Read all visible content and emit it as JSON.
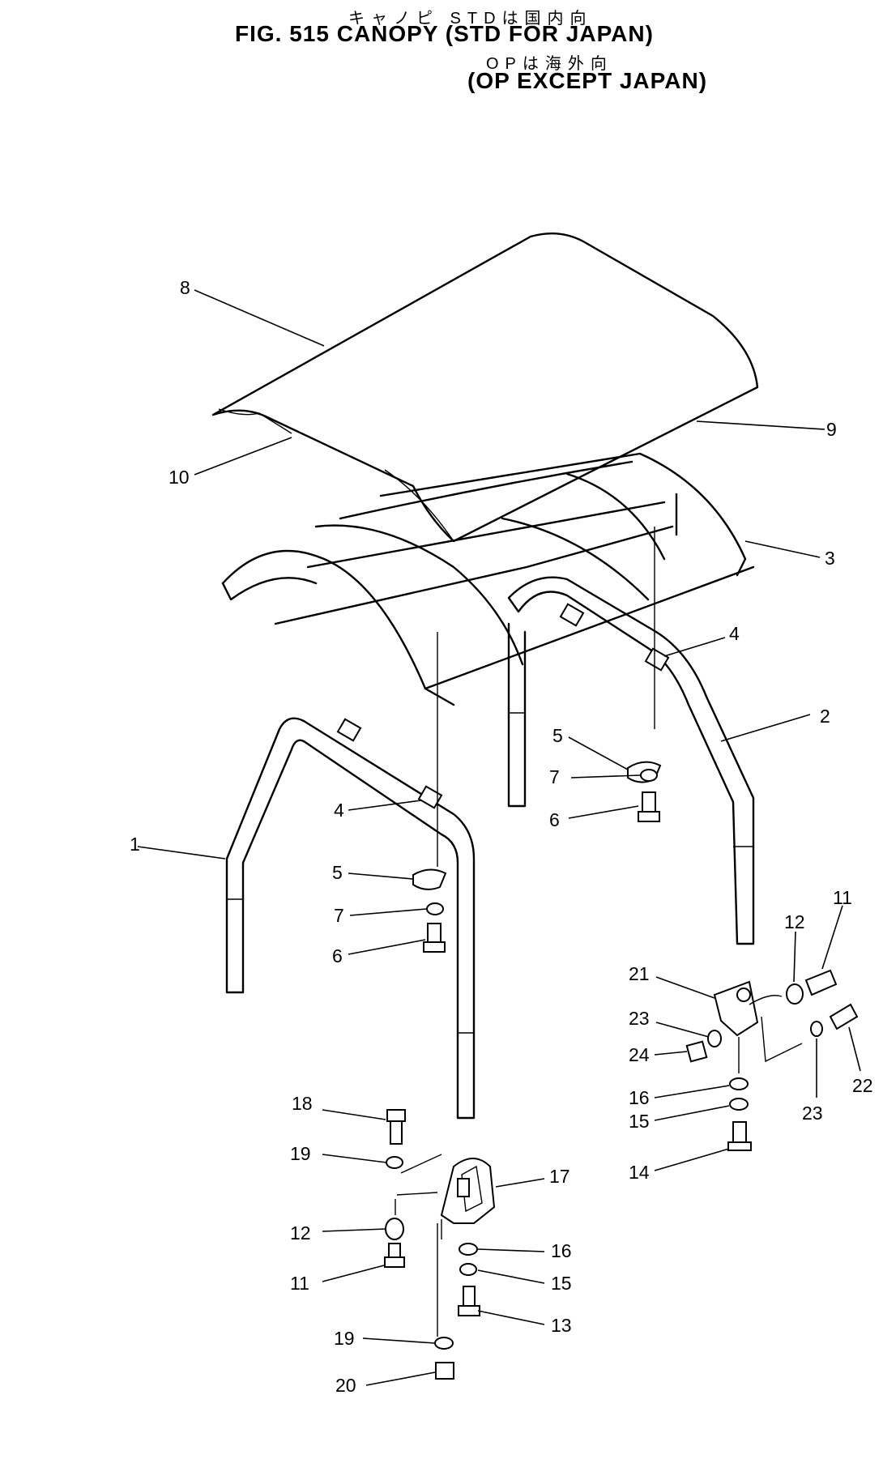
{
  "title": {
    "jp_line1": "キャノピ STDは国内向",
    "line1": "FIG. 515  CANOPY (STD FOR JAPAN)",
    "jp_line2": "OPは海外向",
    "line2": "(OP EXCEPT JAPAN)"
  },
  "callouts": [
    {
      "id": "8",
      "text": "8"
    },
    {
      "id": "9",
      "text": "9"
    },
    {
      "id": "10",
      "text": "10"
    },
    {
      "id": "3",
      "text": "3"
    },
    {
      "id": "4a",
      "text": "4"
    },
    {
      "id": "2",
      "text": "2"
    },
    {
      "id": "5a",
      "text": "5"
    },
    {
      "id": "7a",
      "text": "7"
    },
    {
      "id": "6a",
      "text": "6"
    },
    {
      "id": "4b",
      "text": "4"
    },
    {
      "id": "1",
      "text": "1"
    },
    {
      "id": "5b",
      "text": "5"
    },
    {
      "id": "7b",
      "text": "7"
    },
    {
      "id": "6b",
      "text": "6"
    },
    {
      "id": "11a",
      "text": "11"
    },
    {
      "id": "12a",
      "text": "12"
    },
    {
      "id": "21",
      "text": "21"
    },
    {
      "id": "23a",
      "text": "23"
    },
    {
      "id": "24",
      "text": "24"
    },
    {
      "id": "16a",
      "text": "16"
    },
    {
      "id": "15a",
      "text": "15"
    },
    {
      "id": "14",
      "text": "14"
    },
    {
      "id": "22",
      "text": "22"
    },
    {
      "id": "23b",
      "text": "23"
    },
    {
      "id": "18",
      "text": "18"
    },
    {
      "id": "19a",
      "text": "19"
    },
    {
      "id": "17",
      "text": "17"
    },
    {
      "id": "12b",
      "text": "12"
    },
    {
      "id": "16b",
      "text": "16"
    },
    {
      "id": "11b",
      "text": "11"
    },
    {
      "id": "15b",
      "text": "15"
    },
    {
      "id": "13",
      "text": "13"
    },
    {
      "id": "19b",
      "text": "19"
    },
    {
      "id": "20",
      "text": "20"
    }
  ]
}
